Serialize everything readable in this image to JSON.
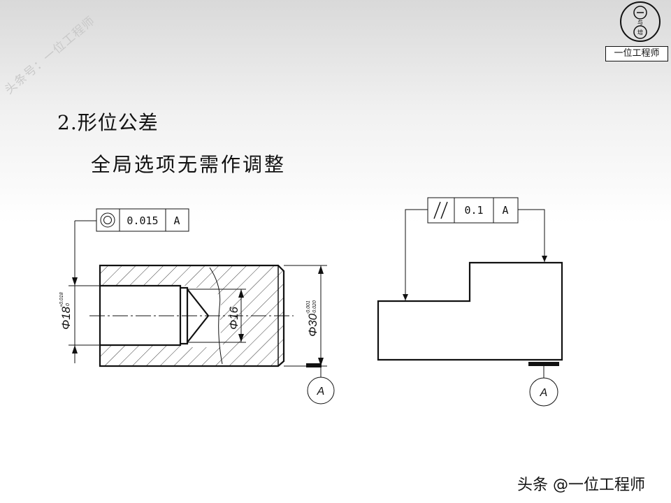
{
  "watermark": {
    "text": "头条号：一位工程师"
  },
  "logo": {
    "label": "一位工程师",
    "glyph_top": "一",
    "glyph_mid": "与",
    "glyph_bottom": "培"
  },
  "slide": {
    "title": "2.形位公差",
    "subtitle": "全局选项无需作调整"
  },
  "left_drawing": {
    "fcf": {
      "symbol": "concentricity-icon",
      "tolerance": "0.015",
      "datum": "A"
    },
    "dim_bore": {
      "text": "Φ18",
      "upper": "+0.018",
      "lower": "0"
    },
    "dim_inner": {
      "text": "Φ16"
    },
    "dim_outer": {
      "text": "Φ30",
      "upper": "-0.001",
      "lower": "-0.020"
    },
    "datum_label": "A"
  },
  "right_drawing": {
    "fcf": {
      "symbol": "parallelism-icon",
      "tolerance": "0.1",
      "datum": "A"
    },
    "datum_label": "A"
  },
  "footer": {
    "credit": "头条 @一位工程师"
  }
}
